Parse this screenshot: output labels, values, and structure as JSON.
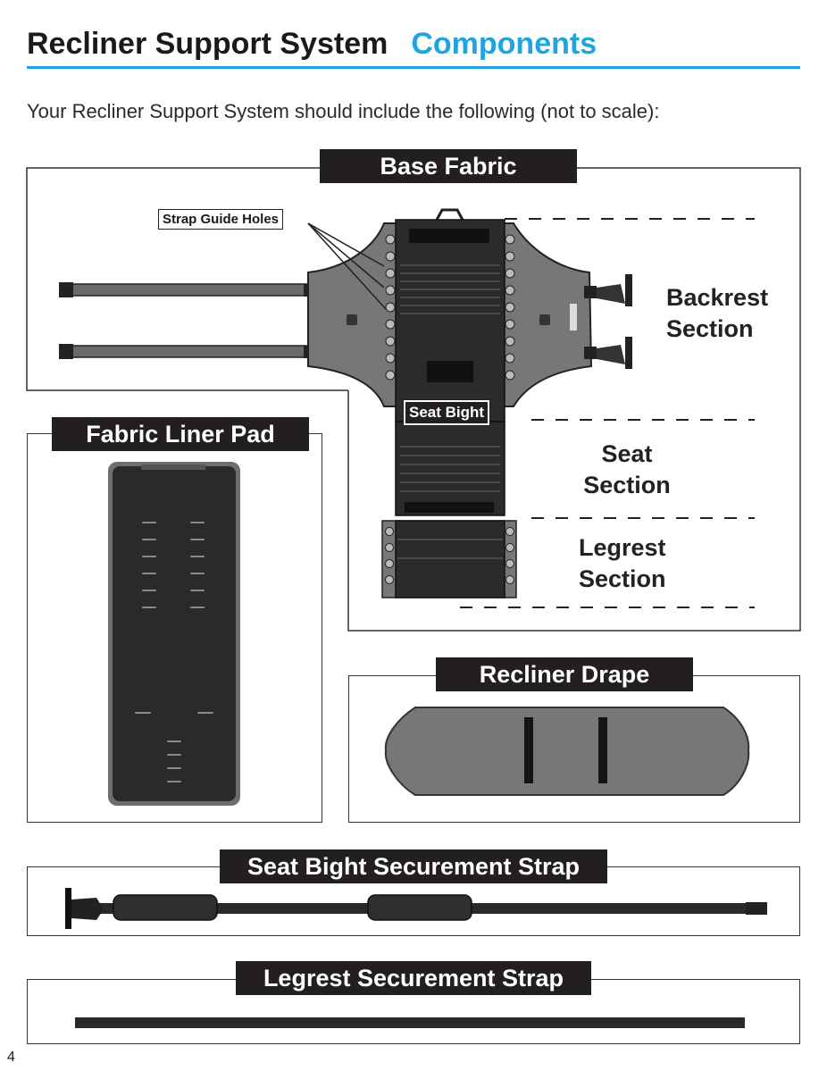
{
  "header": {
    "title_main": "Recliner Support System",
    "title_accent": "Components",
    "accent_color": "#1ea4e0"
  },
  "intro": "Your Recliner Support System should include the following (not to scale):",
  "components": {
    "base_fabric": {
      "label": "Base Fabric",
      "callout_holes": "Strap Guide Holes",
      "callout_seat": "Seat Bight",
      "sections": {
        "backrest_line1": "Backrest",
        "backrest_line2": "Section",
        "seat_line1": "Seat",
        "seat_line2": "Section",
        "legrest_line1": "Legrest",
        "legrest_line2": "Section"
      }
    },
    "fabric_liner_pad": {
      "label": "Fabric Liner Pad"
    },
    "recliner_drape": {
      "label": "Recliner Drape"
    },
    "seat_bight_strap": {
      "label": "Seat Bight Securement Strap"
    },
    "legrest_strap": {
      "label": "Legrest Securement Strap"
    }
  },
  "page_number": "4"
}
